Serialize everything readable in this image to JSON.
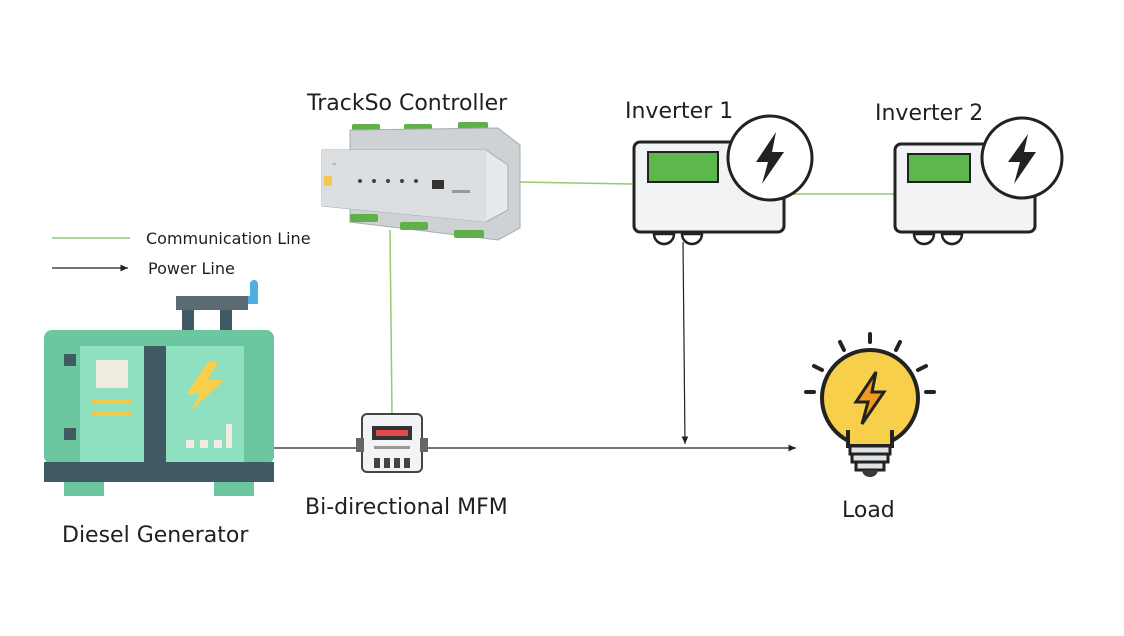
{
  "legend": {
    "communication_label": "Communication Line",
    "power_label": "Power Line",
    "communication_color": "#8fcc72",
    "power_color": "#222222"
  },
  "nodes": {
    "controller": "TrackSo Controller",
    "inverter1": "Inverter 1",
    "inverter2": "Inverter 2",
    "generator": "Diesel Generator",
    "meter": "Bi-directional MFM",
    "load": "Load"
  },
  "icons": {
    "controller": "din-rail-controller-icon",
    "inverter": "inverter-lightning-icon",
    "generator": "diesel-generator-icon",
    "meter": "energy-meter-icon",
    "load": "light-bulb-icon"
  },
  "colors": {
    "generator_body": "#6cc6a0",
    "generator_panel": "#8fe0c0",
    "generator_base": "#3f5a63",
    "inverter_display": "#5cb84c",
    "bulb_yellow": "#f7cf4a",
    "bolt_orange": "#f29a1f"
  }
}
